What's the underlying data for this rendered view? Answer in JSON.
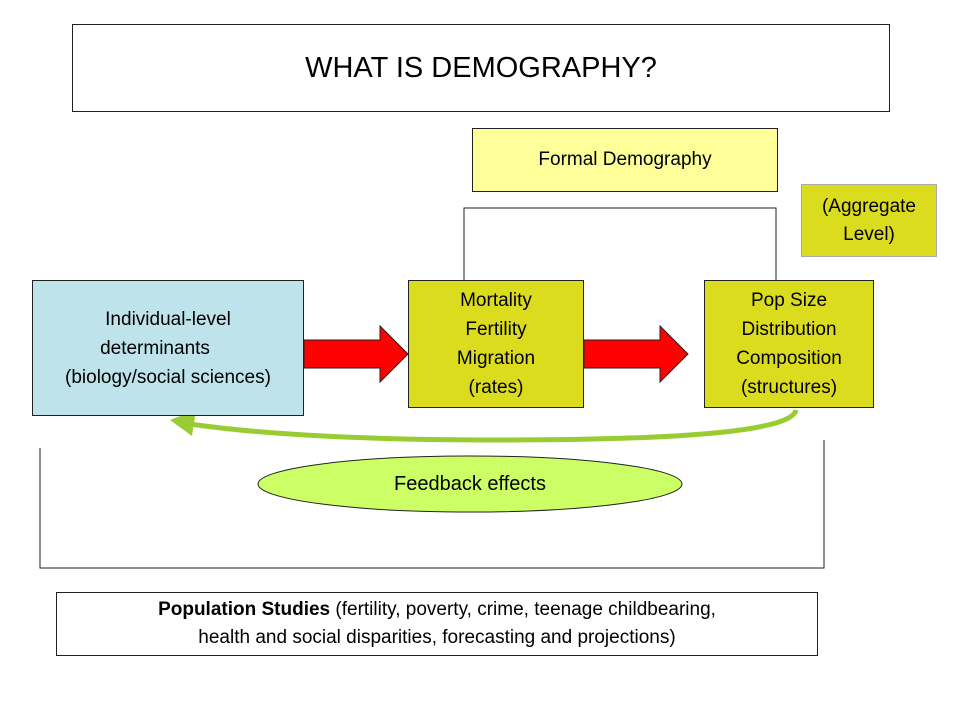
{
  "title": "WHAT IS DEMOGRAPHY?",
  "formal": {
    "label": "Formal Demography",
    "aggregate_line1": "(Aggregate",
    "aggregate_line2": "Level)"
  },
  "individual": {
    "line1": "Individual-level",
    "line2": "determinants",
    "line3": "(biology/social sciences)"
  },
  "rates": {
    "line1": "Mortality",
    "line2": "Fertility",
    "line3": "Migration",
    "line4": "(rates)"
  },
  "structures": {
    "line1": "Pop Size",
    "line2": "Distribution",
    "line3": "Composition",
    "line4": "(structures)"
  },
  "feedback": {
    "label": "Feedback effects"
  },
  "studies": {
    "bold": "Population Studies",
    "text_line1": " (fertility, poverty, crime, teenage childbearing,",
    "text_line2": "health and social disparities, forecasting and projections)"
  },
  "colors": {
    "formal_fill": "#ffff99",
    "individual_fill": "#bfe3ea",
    "rates_fill": "#dcdc1e",
    "arrow_red": "#ff0000",
    "feedback_fill": "#ccff66",
    "feedback_arrow": "#99cc33"
  }
}
